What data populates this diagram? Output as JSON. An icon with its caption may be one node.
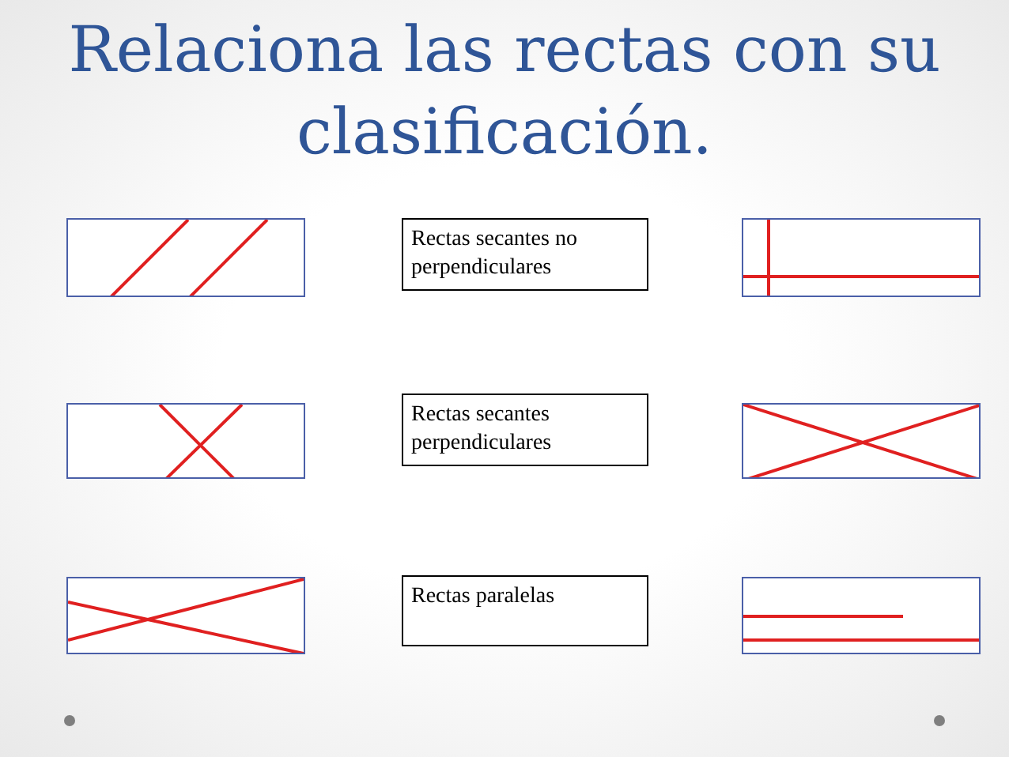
{
  "diagram": {
    "title": "Relaciona las rectas con su clasificación.",
    "nodes": [
      {
        "text": [],
        "shape": "box"
      },
      {
        "text": [
          "Rectas secantes no perpendiculares"
        ]
      },
      {
        "text": [],
        "shape": "box"
      },
      {
        "text": [],
        "shape": "box"
      },
      {
        "text": [
          "Rectas secantes perpendiculares"
        ]
      },
      {
        "text": [],
        "shape": "box"
      },
      {
        "text": [],
        "shape": "box"
      },
      {
        "text": [
          "Rectas paralelas"
        ]
      },
      {
        "text": [],
        "shape": "box"
      }
    ]
  }
}
